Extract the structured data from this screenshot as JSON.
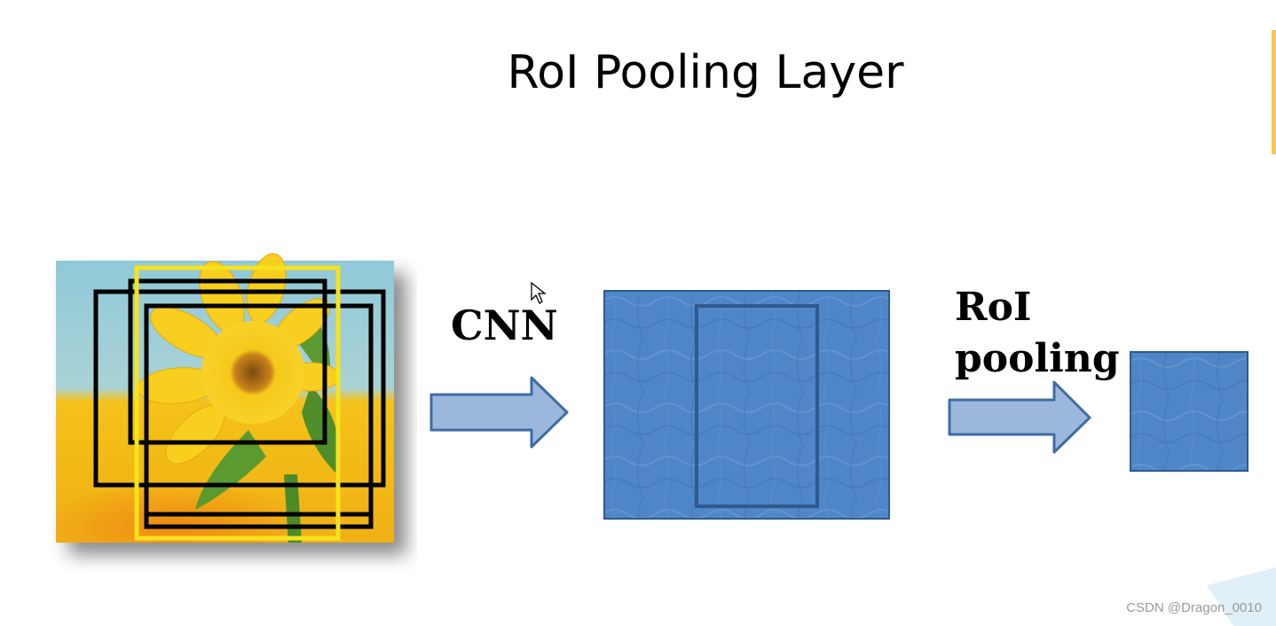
{
  "title": "RoI Pooling Layer",
  "labels": {
    "cnn": "CNN",
    "roi_line1": "RoI",
    "roi_line2": "pooling"
  },
  "watermark": "CSDN @Dragon_0010",
  "colors": {
    "feature_map_fill": "#4f86c8",
    "feature_map_border": "#2e5a8f",
    "arrow_fill": "#9bb7dc",
    "arrow_stroke": "#3e6ca3",
    "proposal_box": "#000000",
    "highlighted_proposal_box": "#f7e21d",
    "accent": "#f2c94c"
  },
  "icons": {
    "cursor": "mouse-pointer-icon",
    "input_image": "sunflower-image"
  }
}
